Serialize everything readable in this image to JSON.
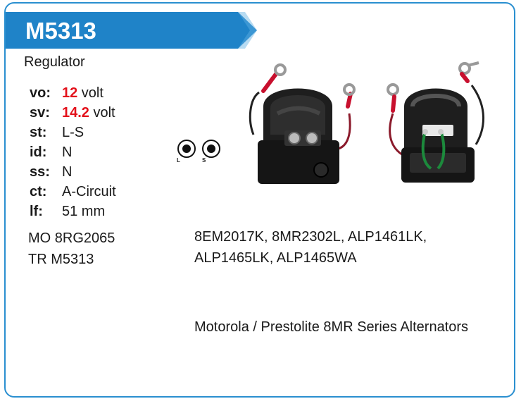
{
  "header": {
    "part_number": "M5313",
    "accent_color": "#1f83c8"
  },
  "product": {
    "type": "Regulator"
  },
  "specs": [
    {
      "key": "vo:",
      "num": "12",
      "unit": " volt"
    },
    {
      "key": "sv:",
      "num": "14.2",
      "unit": " volt"
    },
    {
      "key": "st:",
      "num": "",
      "unit": "L-S"
    },
    {
      "key": "id:",
      "num": "",
      "unit": "N"
    },
    {
      "key": "ss:",
      "num": "",
      "unit": "N"
    },
    {
      "key": "ct:",
      "num": "",
      "unit": "A-Circuit"
    },
    {
      "key": "lf:",
      "num": "",
      "unit": "51 mm"
    }
  ],
  "references": [
    "MO 8RG2065",
    "TR M5313"
  ],
  "compatible_numbers": [
    "8EM2017K, 8MR2302L, ALP1461LK,",
    "ALP1465LK, ALP1465WA"
  ],
  "application": "Motorola / Prestolite 8MR Series Alternators",
  "terminals": {
    "left": "L",
    "right": "S"
  },
  "colors": {
    "highlight": "#e3111b",
    "border": "#2a8fd0"
  }
}
